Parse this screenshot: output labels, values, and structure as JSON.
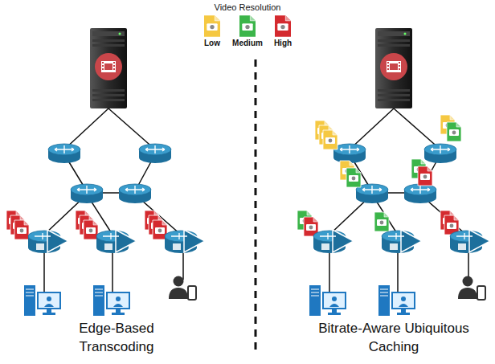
{
  "diagram": {
    "labels": [
      "Video Resolution",
      "Edge-Based Transcoding",
      "Bitrate-Aware Ubiquitous Caching"
    ],
    "legend": [
      {
        "text": "Low",
        "color": "#f5c842"
      },
      {
        "text": "Medium",
        "color": "#3cb54a"
      },
      {
        "text": "High",
        "color": "#d42a2f"
      }
    ]
  }
}
